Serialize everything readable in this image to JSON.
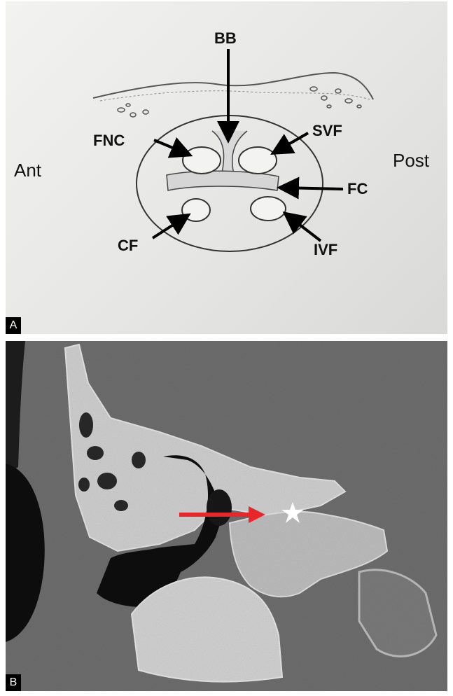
{
  "panel_a": {
    "corner_label": "A",
    "labels": {
      "bb": "BB",
      "fnc": "FNC",
      "svf": "SVF",
      "ant": "Ant",
      "post": "Post",
      "fc": "FC",
      "cf": "CF",
      "ivf": "IVF"
    }
  },
  "panel_b": {
    "corner_label": "B",
    "arrow_color": "#e8262b",
    "star_color": "#ffffff"
  }
}
